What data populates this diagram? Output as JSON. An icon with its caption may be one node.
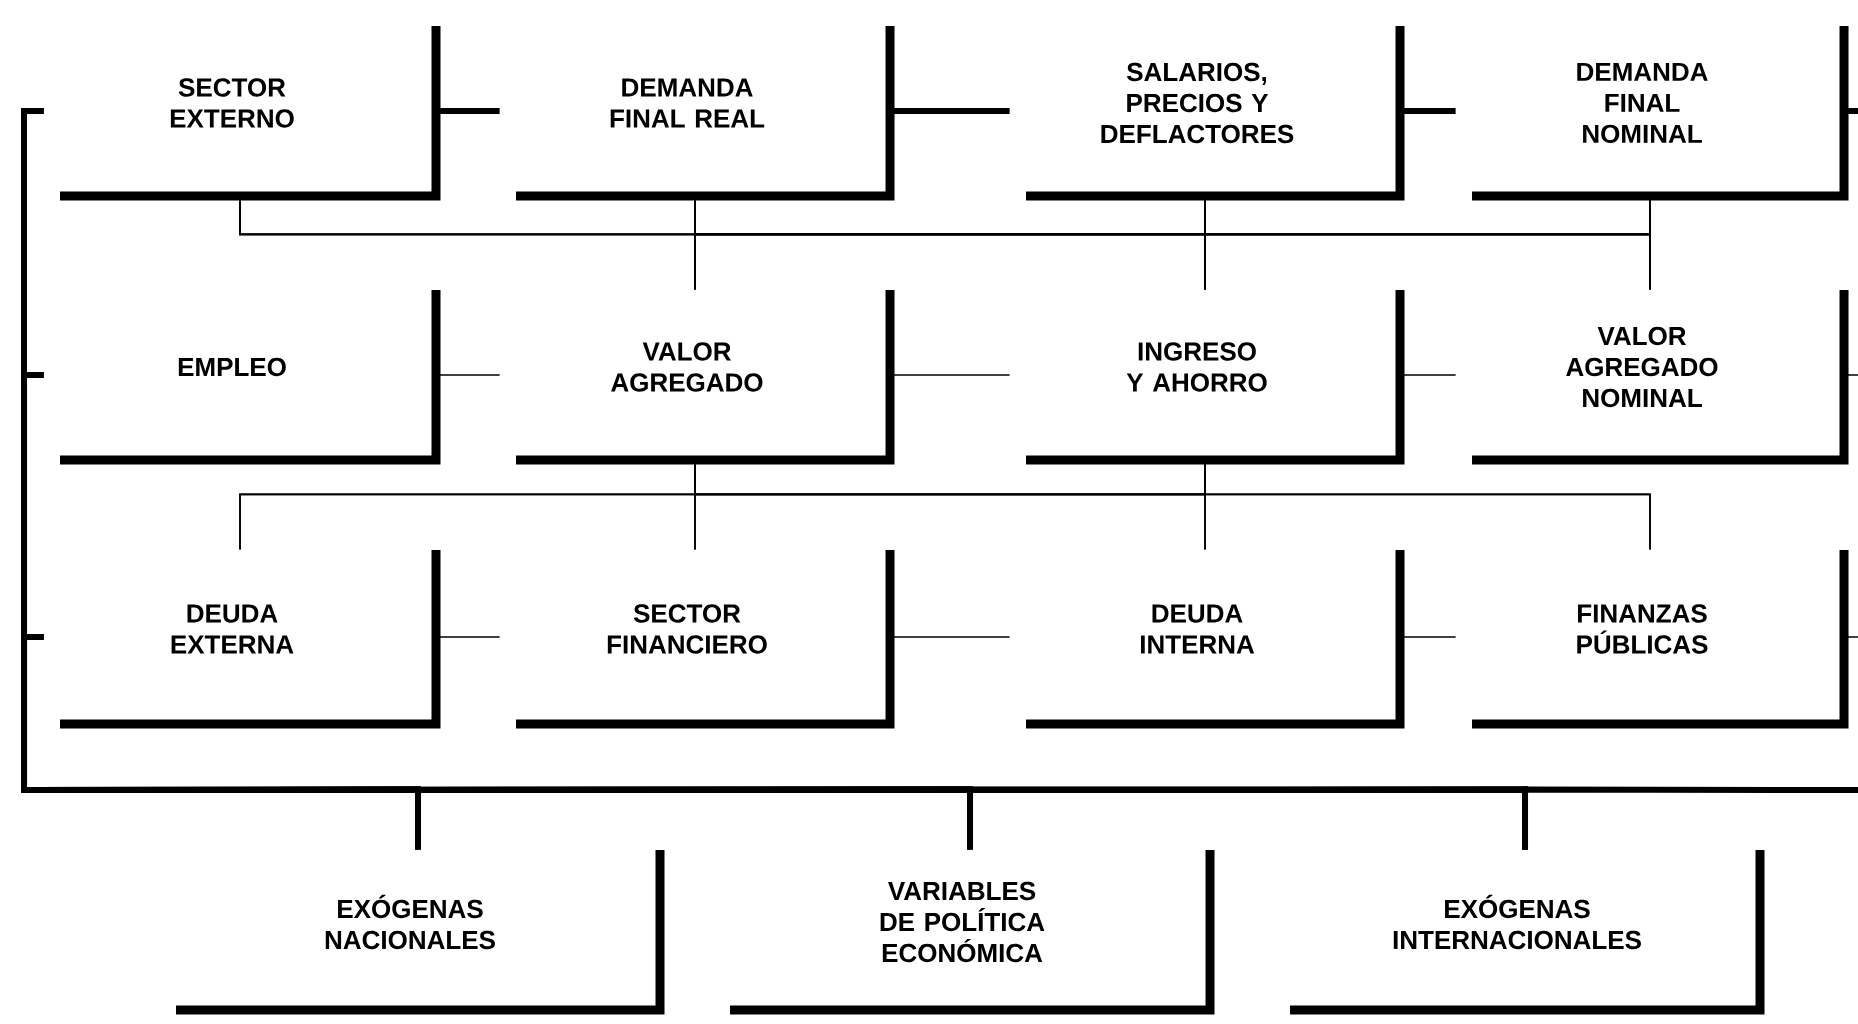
{
  "diagram": {
    "nodes": [
      {
        "text": [
          "SECTOR EXTERNO"
        ]
      },
      {
        "text": [
          "DEMANDA FINAL REAL"
        ]
      },
      {
        "text": [
          "SALARIOS, PRECIOS Y DEFLACTORES"
        ]
      },
      {
        "text": [
          "DEMANDA FINAL NOMINAL"
        ]
      },
      {
        "text": [
          "EMPLEO"
        ]
      },
      {
        "text": [
          "VALOR AGREGADO"
        ]
      },
      {
        "text": [
          "INGRESO Y AHORRO"
        ]
      },
      {
        "text": [
          "VALOR AGREGADO NOMINAL"
        ]
      },
      {
        "text": [
          "DEUDA EXTERNA"
        ]
      },
      {
        "text": [
          "SECTOR FINANCIERO"
        ]
      },
      {
        "text": [
          "DEUDA INTERNA"
        ]
      },
      {
        "text": [
          "FINANZAS PÚBLICAS"
        ]
      },
      {
        "text": [
          "EXÓGENAS NACIONALES"
        ]
      },
      {
        "text": [
          "VARIABLES DE POLÍTICA ECONÓMICA"
        ]
      },
      {
        "text": [
          "EXÓGENAS INTERNACIONALES"
        ]
      }
    ],
    "edges": [
      {
        "from": 0,
        "to": 1,
        "arrow": "none",
        "style": "thick"
      },
      {
        "from": 1,
        "to": 2,
        "arrow": "none",
        "style": "thick"
      },
      {
        "from": 2,
        "to": 3,
        "arrow": "none",
        "style": "thick"
      },
      {
        "from": 3,
        "to": null,
        "arrow": "none",
        "style": "thick"
      },
      {
        "from": 4,
        "to": 5,
        "arrow": "none"
      },
      {
        "from": 5,
        "to": 6,
        "arrow": "none"
      },
      {
        "from": 6,
        "to": 7,
        "arrow": "none"
      },
      {
        "from": 7,
        "to": null,
        "arrow": "none"
      },
      {
        "from": 8,
        "to": 9,
        "arrow": "none"
      },
      {
        "from": 9,
        "to": 10,
        "arrow": "none"
      },
      {
        "from": 10,
        "to": 11,
        "arrow": "none"
      },
      {
        "from": 11,
        "to": null,
        "arrow": "none"
      },
      {
        "from": 0,
        "to": 5,
        "arrow": "none"
      },
      {
        "from": 0,
        "to": 6,
        "arrow": "none"
      },
      {
        "from": 0,
        "to": 7,
        "arrow": "none"
      },
      {
        "from": 1,
        "to": 5,
        "arrow": "none"
      },
      {
        "from": 1,
        "to": 6,
        "arrow": "none"
      },
      {
        "from": 1,
        "to": 7,
        "arrow": "none"
      },
      {
        "from": 2,
        "to": 5,
        "arrow": "none"
      },
      {
        "from": 2,
        "to": 6,
        "arrow": "none"
      },
      {
        "from": 2,
        "to": 7,
        "arrow": "none"
      },
      {
        "from": 3,
        "to": 5,
        "arrow": "none"
      },
      {
        "from": 3,
        "to": 6,
        "arrow": "none"
      },
      {
        "from": 3,
        "to": 7,
        "arrow": "none"
      },
      {
        "from": 5,
        "to": 8,
        "arrow": "none"
      },
      {
        "from": 5,
        "to": 9,
        "arrow": "none"
      },
      {
        "from": 5,
        "to": 10,
        "arrow": "none"
      },
      {
        "from": 5,
        "to": 11,
        "arrow": "none"
      },
      {
        "from": 6,
        "to": 8,
        "arrow": "none"
      },
      {
        "from": 6,
        "to": 9,
        "arrow": "none"
      },
      {
        "from": 6,
        "to": 10,
        "arrow": "none"
      },
      {
        "from": 6,
        "to": 11,
        "arrow": "none"
      },
      {
        "from": 12,
        "to": 0,
        "arrow": "none",
        "style": "thick"
      },
      {
        "from": 12,
        "to": 4,
        "arrow": "none",
        "style": "thick"
      },
      {
        "from": 12,
        "to": 8,
        "arrow": "none",
        "style": "thick"
      },
      {
        "from": 13,
        "to": 0,
        "arrow": "none",
        "style": "thick"
      },
      {
        "from": 13,
        "to": 4,
        "arrow": "none",
        "style": "thick"
      },
      {
        "from": 13,
        "to": 8,
        "arrow": "none",
        "style": "thick"
      },
      {
        "from": 14,
        "to": 0,
        "arrow": "none",
        "style": "thick"
      },
      {
        "from": 14,
        "to": 4,
        "arrow": "none",
        "style": "thick"
      },
      {
        "from": 14,
        "to": 8,
        "arrow": "none",
        "style": "thick"
      },
      {
        "from": 14,
        "to": null,
        "arrow": "none",
        "style": "thick"
      }
    ]
  }
}
